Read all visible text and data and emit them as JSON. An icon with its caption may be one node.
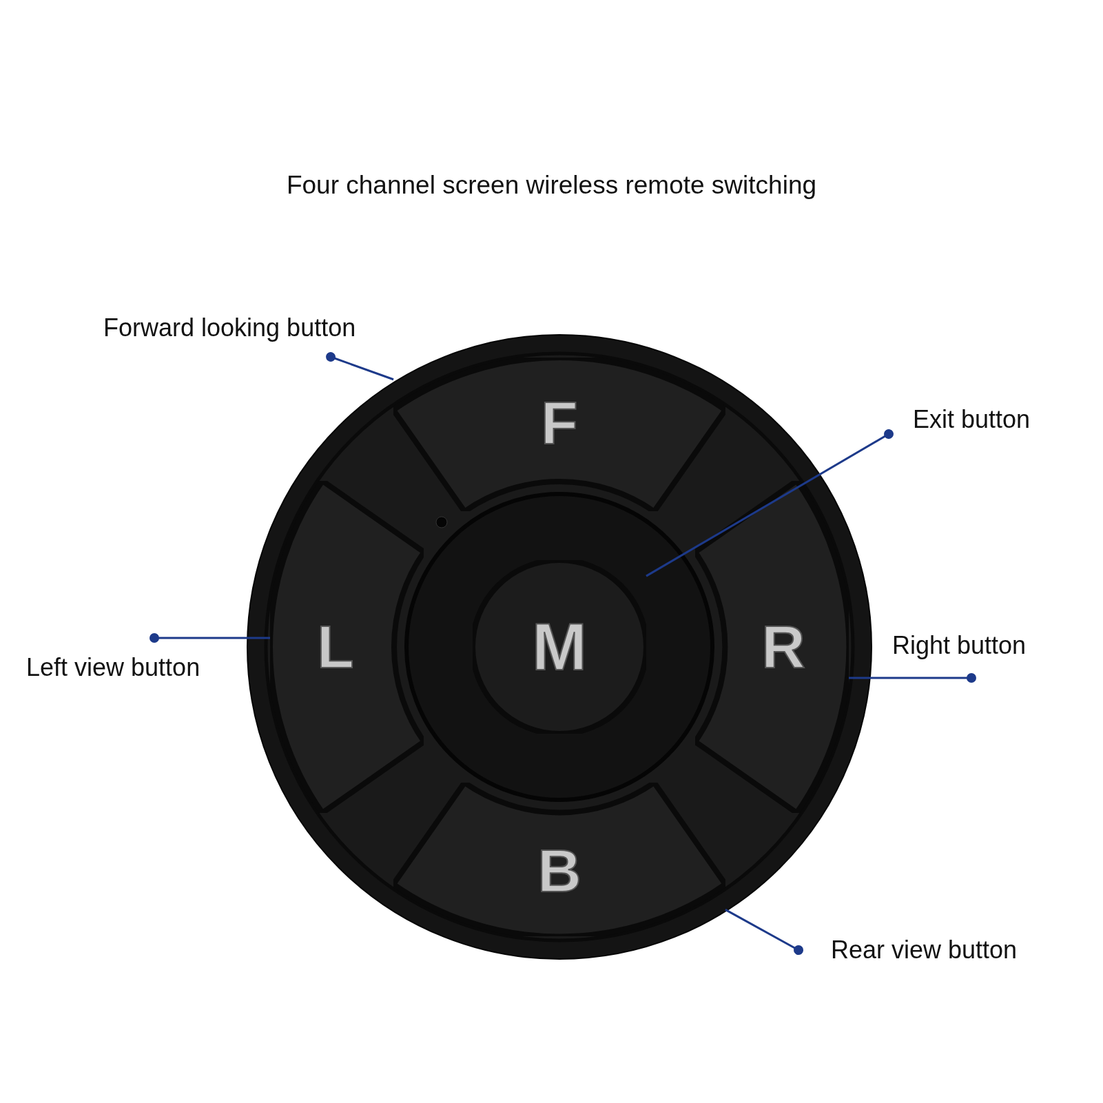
{
  "diagram": {
    "title": "Four channel screen wireless remote switching",
    "nodes": [
      {
        "text": [
          "Forward looking button"
        ]
      },
      {
        "text": [
          "Exit button"
        ]
      },
      {
        "text": [
          "Left view button"
        ]
      },
      {
        "text": [
          "Right button"
        ]
      },
      {
        "text": [
          "Rear view button"
        ]
      },
      {
        "text": [],
        "shape": "circle"
      },
      {
        "text": [
          "F"
        ],
        "in": 5
      },
      {
        "text": [
          "L"
        ],
        "in": 5
      },
      {
        "text": [
          "M"
        ],
        "in": 5
      },
      {
        "text": [
          "R"
        ],
        "in": 5
      },
      {
        "text": [
          "B"
        ],
        "in": 5
      }
    ],
    "edges": [
      {
        "from": 0,
        "to": 6,
        "arrow": "other"
      },
      {
        "from": 1,
        "to": 8,
        "arrow": "other"
      },
      {
        "from": 2,
        "to": 7,
        "arrow": "other"
      },
      {
        "from": 3,
        "to": 9,
        "arrow": "other"
      },
      {
        "from": 4,
        "to": 10,
        "arrow": "other"
      }
    ]
  }
}
